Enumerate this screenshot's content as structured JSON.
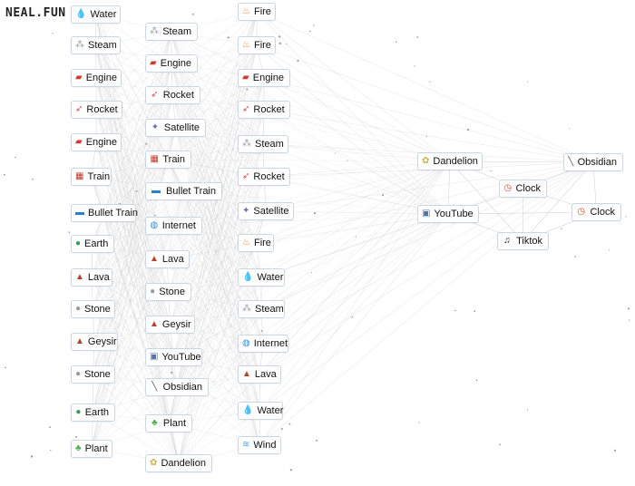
{
  "logo": "NEAL.FUN",
  "colors": {
    "edge": "#c4c4c4",
    "border": "#c9d6e4",
    "star": "#9a9a9a"
  },
  "columns": [
    {
      "items": [
        {
          "label": "Water",
          "icon": "water-drop-icon",
          "glyph": "💧",
          "color": "#2f8fe0"
        },
        {
          "label": "Steam",
          "icon": "steam-icon",
          "glyph": "⁂",
          "color": "#9aa0a6"
        },
        {
          "label": "Engine",
          "icon": "engine-car-icon",
          "glyph": "▰",
          "color": "#d23a2f"
        },
        {
          "label": "Rocket",
          "icon": "rocket-icon",
          "glyph": "➶",
          "color": "#d94545"
        },
        {
          "label": "Engine",
          "icon": "engine-car-icon",
          "glyph": "▰",
          "color": "#d23a2f"
        },
        {
          "label": "Train",
          "icon": "train-icon",
          "glyph": "▦",
          "color": "#c0392b"
        },
        {
          "label": "Bullet Train",
          "icon": "bullet-train-icon",
          "glyph": "▬",
          "color": "#2d7dd2"
        },
        {
          "label": "Earth",
          "icon": "earth-globe-icon",
          "glyph": "●",
          "color": "#2e9e5a"
        },
        {
          "label": "Lava",
          "icon": "volcano-icon",
          "glyph": "▲",
          "color": "#b5432c"
        },
        {
          "label": "Stone",
          "icon": "stone-icon",
          "glyph": "●",
          "color": "#9a9a9a"
        },
        {
          "label": "Geysir",
          "icon": "volcano-icon",
          "glyph": "▲",
          "color": "#b5432c"
        },
        {
          "label": "Stone",
          "icon": "stone-icon",
          "glyph": "●",
          "color": "#9a9a9a"
        },
        {
          "label": "Earth",
          "icon": "earth-globe-icon",
          "glyph": "●",
          "color": "#2e9e5a"
        },
        {
          "label": "Plant",
          "icon": "seedling-icon",
          "glyph": "♣",
          "color": "#4caf50"
        }
      ]
    },
    {
      "items": [
        {
          "label": "Steam",
          "icon": "steam-icon",
          "glyph": "⁂",
          "color": "#9aa0a6"
        },
        {
          "label": "Engine",
          "icon": "engine-car-icon",
          "glyph": "▰",
          "color": "#d23a2f"
        },
        {
          "label": "Rocket",
          "icon": "rocket-icon",
          "glyph": "➶",
          "color": "#d94545"
        },
        {
          "label": "Satellite",
          "icon": "satellite-icon",
          "glyph": "✦",
          "color": "#6a6fb5"
        },
        {
          "label": "Train",
          "icon": "train-icon",
          "glyph": "▦",
          "color": "#c0392b"
        },
        {
          "label": "Bullet Train",
          "icon": "bullet-train-icon",
          "glyph": "▬",
          "color": "#2d7dd2"
        },
        {
          "label": "Internet",
          "icon": "globe-network-icon",
          "glyph": "◍",
          "color": "#2f8fe0"
        },
        {
          "label": "Lava",
          "icon": "volcano-icon",
          "glyph": "▲",
          "color": "#b5432c"
        },
        {
          "label": "Stone",
          "icon": "stone-icon",
          "glyph": "●",
          "color": "#9a9a9a"
        },
        {
          "label": "Geysir",
          "icon": "volcano-icon",
          "glyph": "▲",
          "color": "#b5432c"
        },
        {
          "label": "YouTube",
          "icon": "tv-icon",
          "glyph": "▣",
          "color": "#5b6fa8"
        },
        {
          "label": "Obsidian",
          "icon": "obsidian-knife-icon",
          "glyph": "╲",
          "color": "#555555"
        },
        {
          "label": "Plant",
          "icon": "seedling-icon",
          "glyph": "♣",
          "color": "#4caf50"
        },
        {
          "label": "Dandelion",
          "icon": "dandelion-icon",
          "glyph": "✿",
          "color": "#c9b24a"
        }
      ]
    },
    {
      "items": [
        {
          "label": "Fire",
          "icon": "fire-icon",
          "glyph": "♨",
          "color": "#f07a1a"
        },
        {
          "label": "Fire",
          "icon": "fire-icon",
          "glyph": "♨",
          "color": "#f07a1a"
        },
        {
          "label": "Engine",
          "icon": "engine-car-icon",
          "glyph": "▰",
          "color": "#d23a2f"
        },
        {
          "label": "Rocket",
          "icon": "rocket-icon",
          "glyph": "➶",
          "color": "#d94545"
        },
        {
          "label": "Steam",
          "icon": "steam-icon",
          "glyph": "⁂",
          "color": "#9aa0a6"
        },
        {
          "label": "Rocket",
          "icon": "rocket-icon",
          "glyph": "➶",
          "color": "#d94545"
        },
        {
          "label": "Satellite",
          "icon": "satellite-icon",
          "glyph": "✦",
          "color": "#6a6fb5"
        },
        {
          "label": "Fire",
          "icon": "fire-icon",
          "glyph": "♨",
          "color": "#f07a1a"
        },
        {
          "label": "Water",
          "icon": "water-drop-icon",
          "glyph": "💧",
          "color": "#2f8fe0"
        },
        {
          "label": "Steam",
          "icon": "steam-icon",
          "glyph": "⁂",
          "color": "#9aa0a6"
        },
        {
          "label": "Internet",
          "icon": "globe-network-icon",
          "glyph": "◍",
          "color": "#2f8fe0"
        },
        {
          "label": "Lava",
          "icon": "volcano-icon",
          "glyph": "▲",
          "color": "#b5432c"
        },
        {
          "label": "Water",
          "icon": "water-drop-icon",
          "glyph": "💧",
          "color": "#2f8fe0"
        },
        {
          "label": "Wind",
          "icon": "wind-icon",
          "glyph": "≋",
          "color": "#4aa3df"
        }
      ]
    }
  ],
  "cluster": [
    {
      "label": "Dandelion",
      "icon": "dandelion-icon",
      "glyph": "✿",
      "color": "#c9b24a"
    },
    {
      "label": "YouTube",
      "icon": "tv-icon",
      "glyph": "▣",
      "color": "#5b6fa8"
    },
    {
      "label": "Clock",
      "icon": "alarm-clock-icon",
      "glyph": "◷",
      "color": "#e0502f"
    },
    {
      "label": "Obsidian",
      "icon": "obsidian-knife-icon",
      "glyph": "╲",
      "color": "#555555"
    },
    {
      "label": "Clock",
      "icon": "alarm-clock-icon",
      "glyph": "◷",
      "color": "#e0502f"
    },
    {
      "label": "Tiktok",
      "icon": "music-note-icon",
      "glyph": "♫",
      "color": "#111111"
    }
  ]
}
